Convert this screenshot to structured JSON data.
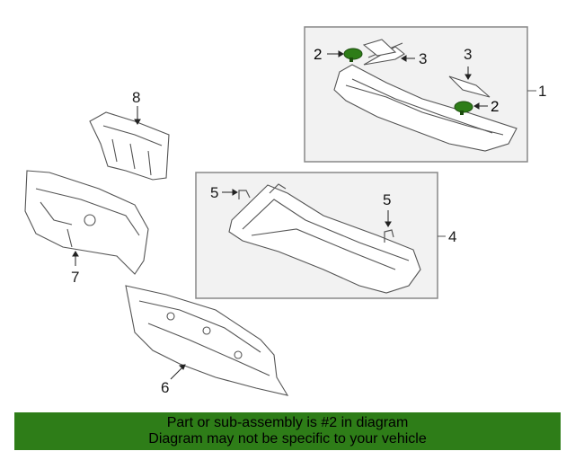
{
  "callouts": {
    "c1": "1",
    "c2a": "2",
    "c2b": "2",
    "c3a": "3",
    "c3b": "3",
    "c4": "4",
    "c5a": "5",
    "c5b": "5",
    "c6": "6",
    "c7": "7",
    "c8": "8"
  },
  "banner": {
    "line1": "Part or sub-assembly is #2 in diagram",
    "line2": "Diagram may not be specific to your vehicle"
  },
  "colors": {
    "highlight_part": "#2e7d18",
    "banner_bg": "#2e7d18",
    "box_border": "#888888",
    "box_fill": "#f2f2f2",
    "line_art": "#555555"
  }
}
